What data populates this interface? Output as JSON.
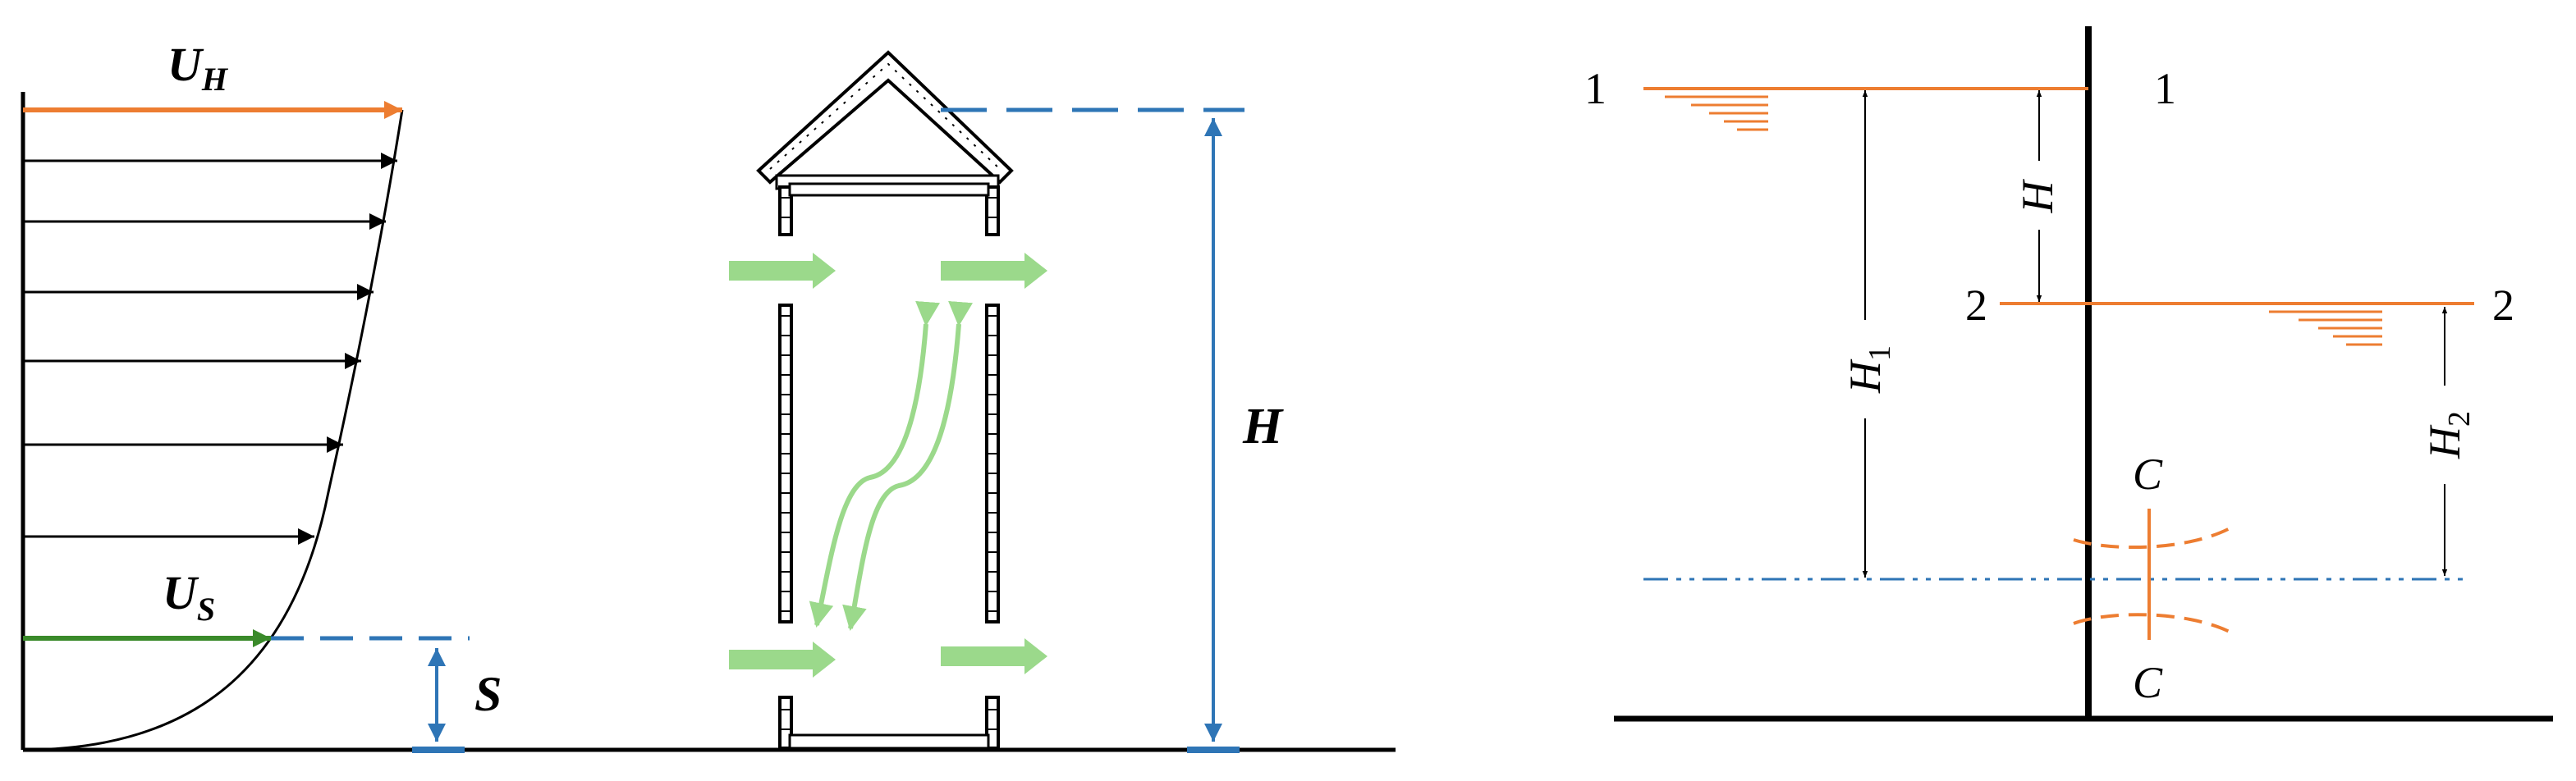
{
  "colors": {
    "black": "#000000",
    "orange": "#ED7D31",
    "blue": "#2E75B6",
    "green": "#3A8A2A",
    "light_green": "#9BD98B"
  },
  "wind_profile": {
    "uh_label": "U",
    "uh_sub": "H",
    "us_label": "U",
    "us_sub": "S",
    "s_label": "S"
  },
  "chimney": {
    "h_label": "H"
  },
  "weir": {
    "section_left_1": "1",
    "section_right_1": "1",
    "section_left_2": "2",
    "section_right_2": "2",
    "h_label": "H",
    "h1_label": "H",
    "h1_sub": "1",
    "h2_label": "H",
    "h2_sub": "2",
    "c_top": "C",
    "c_bottom": "C"
  }
}
